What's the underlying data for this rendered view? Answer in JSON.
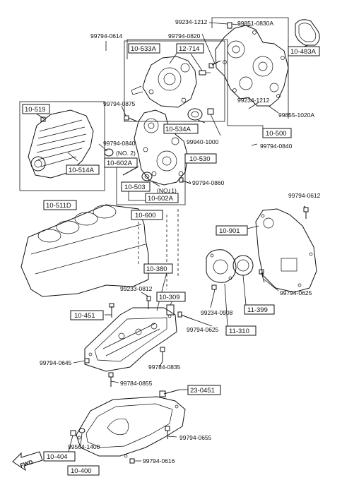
{
  "labels": {
    "p99234_1212_top": "99234-1212",
    "p99851_0830A": "99851-0830A",
    "p99794_0614": "99794-0614",
    "p99794_0820": "99794-0820",
    "p10_533A": "10-533A",
    "p12_714": "12-714",
    "p10_483A": "10-483A",
    "p10_519": "10-519",
    "p99794_0875": "99794-0875",
    "p99234_1212_mid": "99234-1212",
    "p10_534A": "10-534A",
    "p99855_1020A": "99855-1020A",
    "p10_500": "10-500",
    "p99940_1000": "99940-1000",
    "p99794_0840_left": "99794-0840",
    "p99794_0840_right": "99794-0840",
    "p10_514A": "10-514A",
    "no2": "(NO. 2)",
    "p10_602A_top": "10-602A",
    "p10_530": "10-530",
    "p99794_0860": "99794-0860",
    "p10_503": "10-503",
    "no1": "(NO. 1)",
    "p10_602A_bot": "10-602A",
    "p10_511D": "10-511D",
    "p10_600": "10-600",
    "p99794_0612": "99794-0612",
    "p10_901": "10-901",
    "p10_380": "10-380",
    "p99233_0812": "99233-0812",
    "p10_309": "10-309",
    "p99794_0625_right": "99794-0625",
    "p10_451": "10-451",
    "p99234_0908": "99234-0908",
    "p11_399": "11-399",
    "p99794_0625_mid": "99794-0625",
    "p11_310": "11-310",
    "p99794_0645": "99794-0645",
    "p99784_0835": "99784-0835",
    "p99784_0855": "99784-0855",
    "p23_0451": "23-0451",
    "p99564_1400": "99564-1400",
    "p99794_0655": "99794-0655",
    "p10_404": "10-404",
    "p10_400": "10-400",
    "p99794_0616": "99794-0616",
    "fwd": "FWD"
  }
}
